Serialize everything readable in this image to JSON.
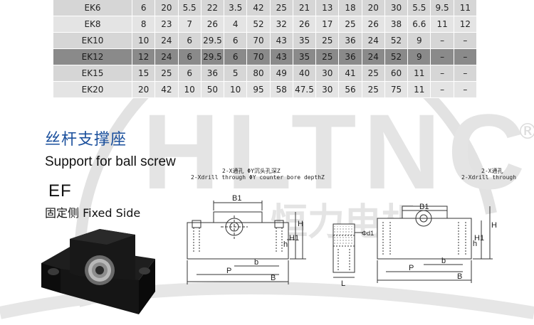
{
  "table": {
    "rows": [
      {
        "model": "EK6",
        "cells": [
          "6",
          "20",
          "5.5",
          "22",
          "3.5",
          "42",
          "25",
          "21",
          "13",
          "18",
          "20",
          "30",
          "5.5",
          "9.5",
          "11"
        ]
      },
      {
        "model": "EK8",
        "cells": [
          "8",
          "23",
          "7",
          "26",
          "4",
          "52",
          "32",
          "26",
          "17",
          "25",
          "26",
          "38",
          "6.6",
          "11",
          "12"
        ]
      },
      {
        "model": "EK10",
        "cells": [
          "10",
          "24",
          "6",
          "29.5",
          "6",
          "70",
          "43",
          "35",
          "25",
          "36",
          "24",
          "52",
          "9",
          "–",
          "–"
        ]
      },
      {
        "model": "EK12",
        "cells": [
          "12",
          "24",
          "6",
          "29.5",
          "6",
          "70",
          "43",
          "35",
          "25",
          "36",
          "24",
          "52",
          "9",
          "–",
          "–"
        ],
        "highlight": true
      },
      {
        "model": "EK15",
        "cells": [
          "15",
          "25",
          "6",
          "36",
          "5",
          "80",
          "49",
          "40",
          "30",
          "41",
          "25",
          "60",
          "11",
          "–",
          "–"
        ]
      },
      {
        "model": "EK20",
        "cells": [
          "20",
          "42",
          "10",
          "50",
          "10",
          "95",
          "58",
          "47.5",
          "30",
          "56",
          "25",
          "75",
          "11",
          "–",
          "–"
        ]
      }
    ]
  },
  "section": {
    "title_cn": "丝杆支撑座",
    "title_en": "Support for ball screw",
    "model": "EF",
    "model_desc": "固定侧 Fixed Side"
  },
  "drawing_front": {
    "note_cn": "2-X通孔  ΦY沉头孔深Z",
    "note_en": "2-Xdrill through  ΦY counter bore depthZ",
    "labels": {
      "b1": "B1",
      "h": "H",
      "h1": "H1",
      "h_small": "h",
      "p": "P",
      "b": "b",
      "b_total": "B"
    }
  },
  "drawing_side": {
    "labels": {
      "d1": "Φd1",
      "l": "L"
    }
  },
  "drawing_right": {
    "note_cn": "2-X通孔",
    "note_en": "2-Xdrill through",
    "labels": {
      "b1": "B1",
      "h": "H",
      "h1": "H1",
      "h_small": "h",
      "p": "P",
      "b": "b",
      "b_total": "B"
    }
  },
  "watermark": {
    "letters": "HLTNC",
    "text_cn": "恒力电机",
    "mark": "®",
    "color": "#dcdcdc"
  }
}
